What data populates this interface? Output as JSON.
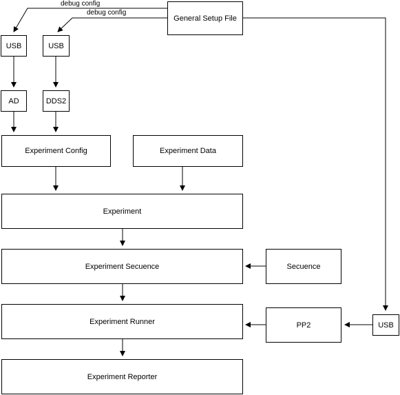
{
  "nodes": {
    "general_setup_file": "General Setup File",
    "usb_left": "USB",
    "usb_mid": "USB",
    "ad": "AD",
    "dds2": "DDS2",
    "experiment_config": "Experiment Config",
    "experiment_data": "Experiment Data",
    "experiment": "Experiment",
    "experiment_secuence": "Experiment Secuence",
    "secuence": "Secuence",
    "experiment_runner": "Experiment Runner",
    "pp2": "PP2",
    "usb_right": "USB",
    "experiment_reporter": "Experiment Reporter"
  },
  "edge_labels": {
    "debug_config_1": "debug config",
    "debug_config_2": "debug config"
  },
  "colors": {
    "stroke": "#000000",
    "fill": "#ffffff",
    "text": "#000000"
  }
}
